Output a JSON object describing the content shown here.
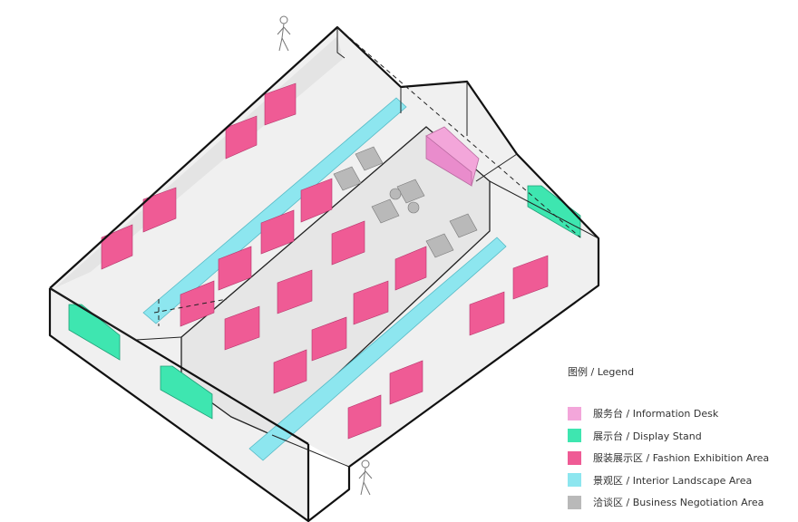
{
  "legend": {
    "title": "图例 / Legend",
    "items": [
      {
        "label": "服务台 / Information Desk",
        "color": "#f3a6da"
      },
      {
        "label": "展示台 / Display Stand",
        "color": "#3ee6b0"
      },
      {
        "label": "服装展示区 / Fashion Exhibition Area",
        "color": "#ef5b95"
      },
      {
        "label": "景观区 / Interior Landscape Area",
        "color": "#8de6ef"
      },
      {
        "label": "洽谈区 / Business Negotiation Area",
        "color": "#b9b9b9"
      }
    ]
  },
  "colors": {
    "information_desk": "#f3a6da",
    "display_stand": "#3ee6b0",
    "fashion_exhibition": "#ef5b95",
    "interior_landscape": "#8de6ef",
    "business_negotiation": "#b9b9b9",
    "floor": "#ededed",
    "outline": "#111111"
  }
}
